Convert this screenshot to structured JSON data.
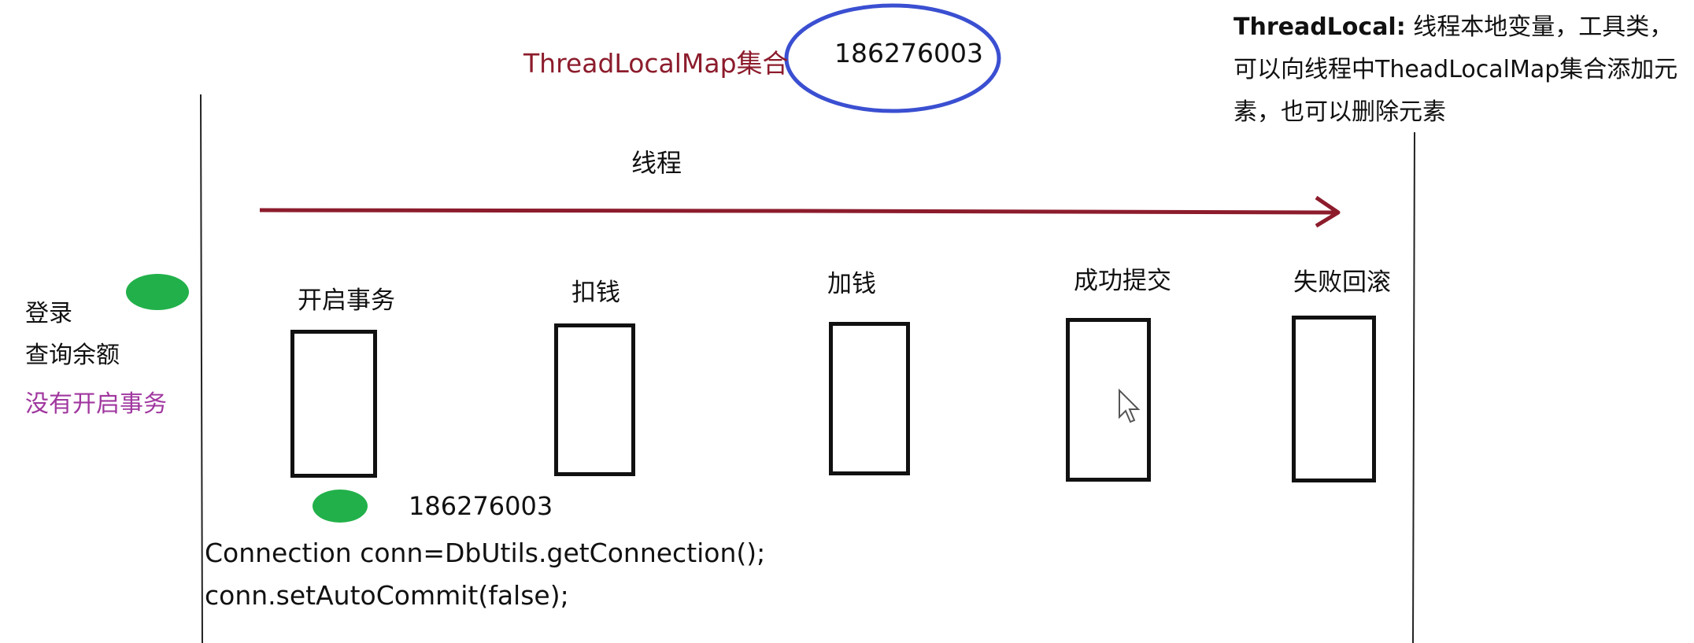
{
  "map": {
    "label": "ThreadLocalMap集合",
    "id": "186276003",
    "ellipse_color": "#3a4fd1"
  },
  "description": {
    "bold": "ThreadLocal:",
    "text": " 线程本地变量，工具类，可以向线程中TheadLocalMap集合添加元素，也可以删除元素"
  },
  "thread": {
    "label": "线程",
    "arrow_color": "#8c1c2c"
  },
  "left": {
    "login": "登录",
    "query": "查询余额",
    "no_tx": "没有开启事务",
    "no_tx_color": "#a0379f"
  },
  "steps": [
    {
      "label": "开启事务"
    },
    {
      "label": "扣钱"
    },
    {
      "label": "加钱"
    },
    {
      "label": "成功提交"
    },
    {
      "label": "失败回滚"
    }
  ],
  "connection": {
    "id": "186276003",
    "line1": "Connection conn=DbUtils.getConnection();",
    "line2": "conn.setAutoCommit(false);"
  },
  "marker_color": "#22b04a"
}
